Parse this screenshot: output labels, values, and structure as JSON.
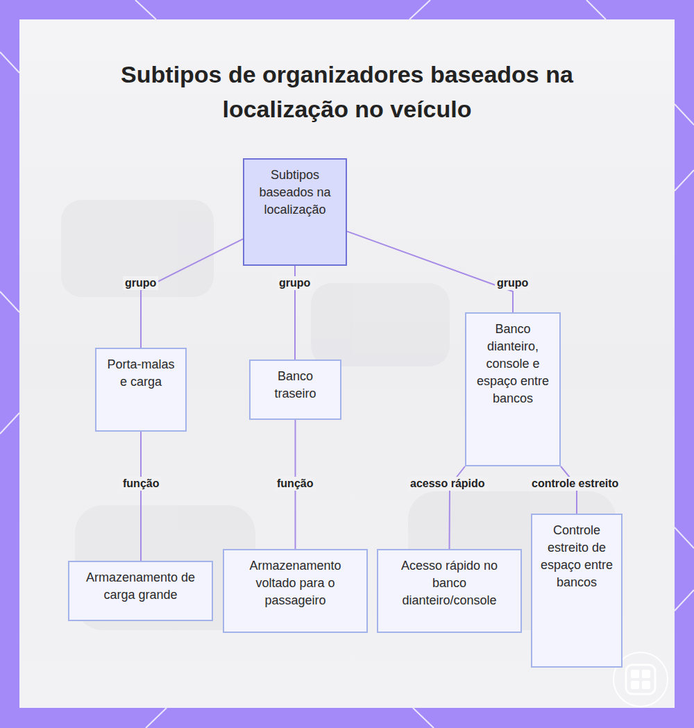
{
  "diagram": {
    "title": "Subtipos de organizadores baseados na localização no veículo",
    "nodes": [
      {
        "text": [
          "Subtipos baseados na localização"
        ]
      },
      {
        "text": [
          "Porta-malas e carga"
        ]
      },
      {
        "text": [
          "Banco traseiro"
        ]
      },
      {
        "text": [
          "Banco dianteiro, console e espaço entre bancos"
        ]
      },
      {
        "text": [
          "Armazenamento de carga grande"
        ]
      },
      {
        "text": [
          "Armazenamento voltado para o passageiro"
        ]
      },
      {
        "text": [
          "Acesso rápido no banco dianteiro/console"
        ]
      },
      {
        "text": [
          "Controle estreito de espaço entre bancos"
        ]
      }
    ],
    "edges": [
      {
        "from": 0,
        "to": 1,
        "label": "grupo",
        "arrow": "none"
      },
      {
        "from": 0,
        "to": 2,
        "label": "grupo",
        "arrow": "none"
      },
      {
        "from": 0,
        "to": 3,
        "label": "grupo",
        "arrow": "none"
      },
      {
        "from": 1,
        "to": 4,
        "label": "função",
        "arrow": "none"
      },
      {
        "from": 2,
        "to": 5,
        "label": "função",
        "arrow": "none"
      },
      {
        "from": 3,
        "to": 6,
        "label": "acesso rápido",
        "arrow": "none"
      },
      {
        "from": 3,
        "to": 7,
        "label": "controle estreito",
        "arrow": "none"
      }
    ]
  }
}
